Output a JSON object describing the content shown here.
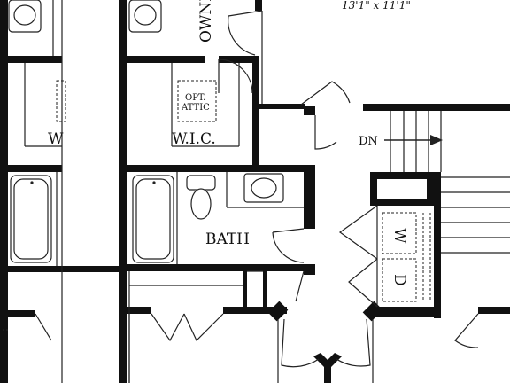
{
  "plan": {
    "rooms": {
      "owner_label": "OWNE",
      "owner_dims": "13'1\" x 11'1\"",
      "wic_right": "W.I.C.",
      "wic_left": "W",
      "opt_attic": [
        "OPT.",
        "ATTIC"
      ],
      "bath": "BATH",
      "washer": "W",
      "dryer": "D"
    },
    "stair": {
      "direction_label": "DN"
    },
    "colors": {
      "wall": "#111111",
      "line": "#222222",
      "background": "#ffffff"
    }
  }
}
